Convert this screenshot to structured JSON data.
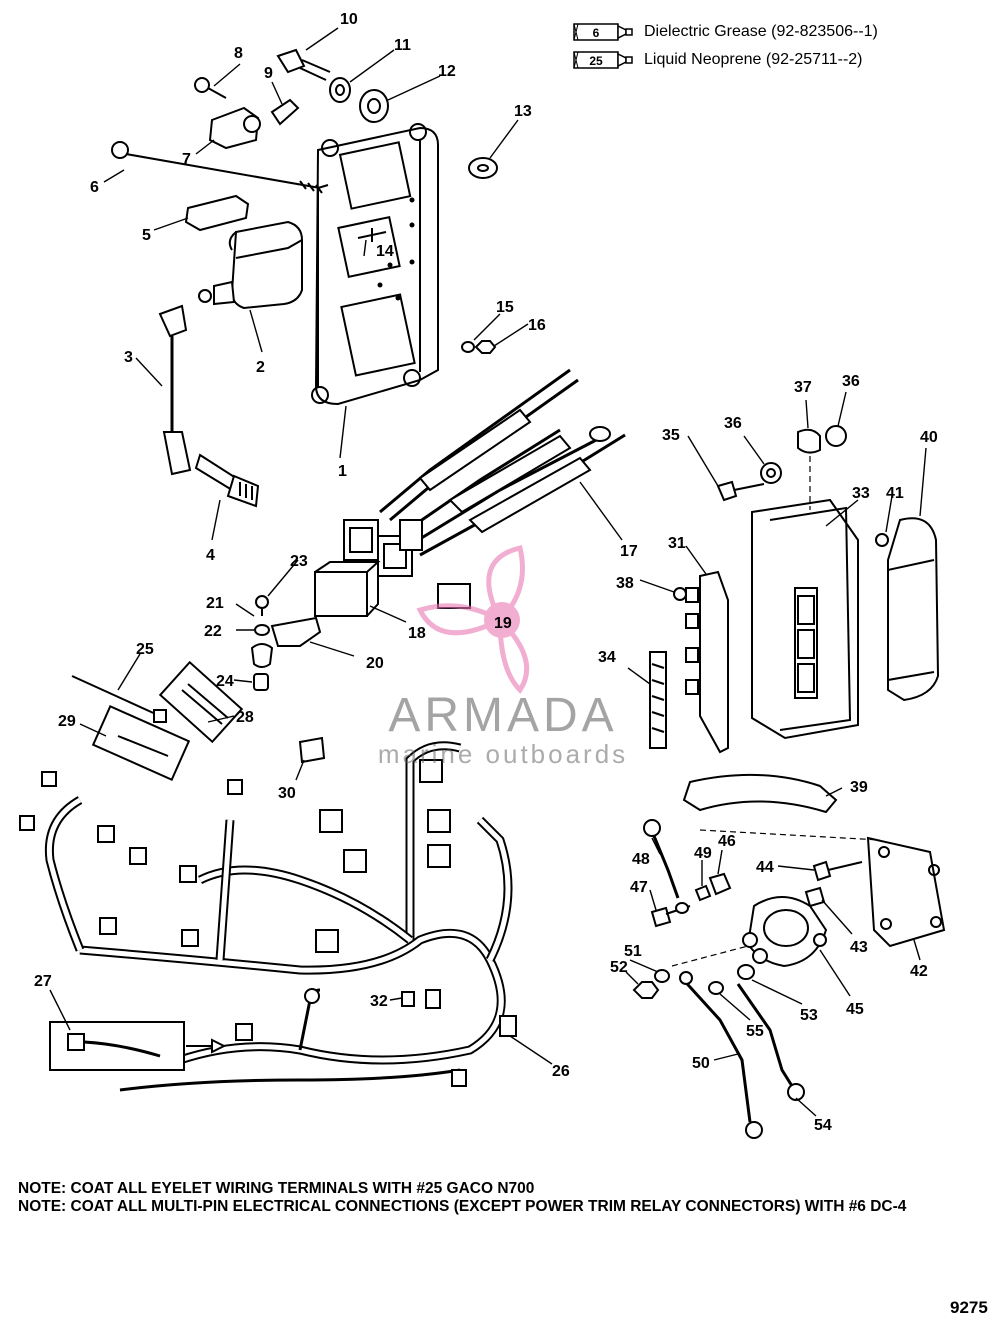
{
  "legend": [
    {
      "code": "6",
      "text": "Dielectric Grease (92-823506--1)"
    },
    {
      "code": "25",
      "text": "Liquid Neoprene (92-25711--2)"
    }
  ],
  "labels": {
    "p1": "1",
    "p2": "2",
    "p3": "3",
    "p4": "4",
    "p5": "5",
    "p6": "6",
    "p7": "7",
    "p8": "8",
    "p9": "9",
    "p10": "10",
    "p11": "11",
    "p12": "12",
    "p13": "13",
    "p14": "14",
    "p15": "15",
    "p16": "16",
    "p17": "17",
    "p18": "18",
    "p19": "19",
    "p20": "20",
    "p21": "21",
    "p22": "22",
    "p23": "23",
    "p24": "24",
    "p25": "25",
    "p26": "26",
    "p27": "27",
    "p28": "28",
    "p29": "29",
    "p30": "30",
    "p31": "31",
    "p32": "32",
    "p33": "33",
    "p34": "34",
    "p35": "35",
    "p36a": "36",
    "p36b": "36",
    "p37": "37",
    "p38": "38",
    "p39": "39",
    "p40": "40",
    "p41": "41",
    "p42": "42",
    "p43": "43",
    "p44": "44",
    "p45": "45",
    "p46": "46",
    "p47": "47",
    "p48": "48",
    "p49": "49",
    "p50": "50",
    "p51": "51",
    "p52": "52",
    "p53": "53",
    "p54": "54",
    "p55": "55"
  },
  "watermark": {
    "title": "ARMADA",
    "subtitle": "marine outboards"
  },
  "notes": [
    "NOTE: COAT ALL EYELET WIRING TERMINALS WITH #25 GACO N700",
    "NOTE: COAT ALL MULTI-PIN ELECTRICAL CONNECTIONS (EXCEPT POWER TRIM RELAY CONNECTORS) WITH #6 DC-4"
  ],
  "sheet_id": "9275",
  "colors": {
    "watermark_pink": "#e879b4",
    "watermark_gray": "#5a5a5a"
  }
}
